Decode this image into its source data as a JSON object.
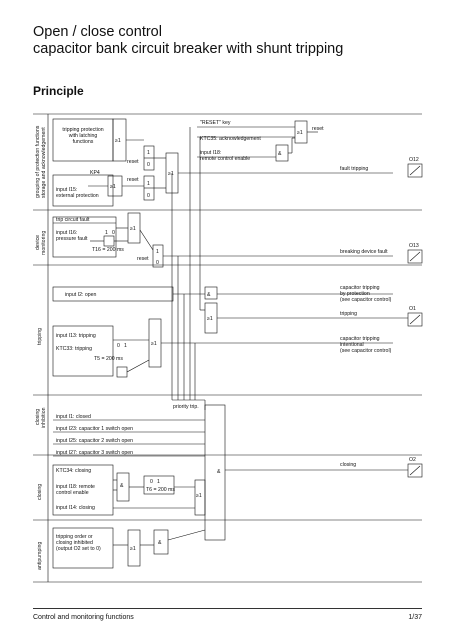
{
  "page": {
    "title_line1": "Open / close control",
    "title_line2": "capacitor bank circuit breaker with shunt tripping",
    "subtitle": "Principle"
  },
  "sections": {
    "grouping1": "grouping of protection functions",
    "grouping2": "storage and acknowledgement",
    "device1": "device",
    "device2": "monitoring",
    "tripping": "tripping",
    "closing_inh1": "closing",
    "closing_inh2": "inhibition",
    "closing": "closing",
    "antipumping": "antipumping"
  },
  "inputs": {
    "tripping_protection": [
      "tripping protection",
      "with latching",
      "functions"
    ],
    "kp4": "KP4",
    "input_i15": [
      "input I15:",
      "external protection"
    ],
    "reset_key": "\"RESET\" key",
    "ktc35": "KTC35: acknowledgement",
    "input_i18_top": [
      "input I18:",
      "remote control enable"
    ],
    "trip_circuit_fault": "trip circuit fault",
    "input_i16": [
      "input I16:",
      "pressure fault"
    ],
    "t16": "T16 = 200 ms",
    "input_i2": "input I2: open",
    "input_i13": "input I13: tripping",
    "ktc33": "KTC33: tripping",
    "t5": "T5 = 200 ms",
    "priority": "priority trip.",
    "input_i1": "input I1: closed",
    "input_i23": "input I23: capacitor 1 switch open",
    "input_i25": "input I25: capacitor 2 switch open",
    "input_i27": "input I27: capacitor 3 switch open",
    "ktc34": "KTC34: closing",
    "input_i18_bot": [
      "input I18: remote",
      "control enable"
    ],
    "t6": "T6 = 200 ms",
    "input_i14": "input I14: closing",
    "tripping_order": [
      "tripping order or",
      "closing inhibited",
      "(output O2 set to 0)"
    ]
  },
  "outputs": {
    "fault_tripping": "fault tripping",
    "o12": "O12",
    "breaking_fault": "breaking device fault",
    "o13": "O13",
    "cap_trip_prot": [
      "capacitor tripping",
      "by protection",
      "(see capacitor control)"
    ],
    "tripping": "tripping",
    "o1": "O1",
    "cap_trip_int": [
      "capacitor tripping",
      "intentional",
      "(see capacitor control)"
    ],
    "closing": "closing",
    "o2": "O2"
  },
  "gates": {
    "or": "≥1",
    "and": "&",
    "reset": "reset",
    "one": "1",
    "zero": "0"
  },
  "footer": {
    "left": "Control and monitoring functions",
    "right": "1/37"
  }
}
